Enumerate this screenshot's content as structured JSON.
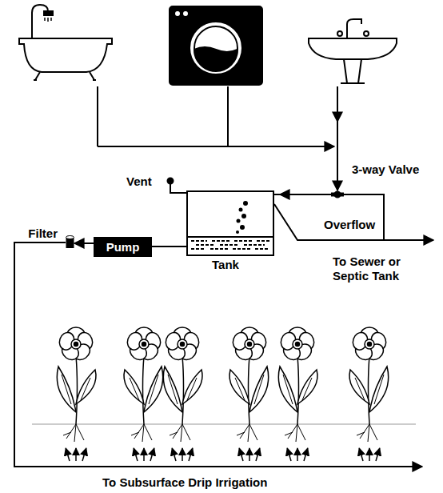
{
  "diagram": {
    "nodes": [
      {
        "text": [
          "Filter"
        ]
      },
      {
        "text": [
          "Pump"
        ]
      },
      {
        "text": [
          "Tank"
        ]
      }
    ],
    "edges": [
      {
        "from": 2,
        "to": 1,
        "arrow": "none"
      },
      {
        "from": 1,
        "to": 0,
        "arrow": "to"
      }
    ],
    "labels": [
      "Vent",
      "3-way Valve",
      "Overflow",
      "To Sewer or Septic Tank",
      "To Subsurface Drip Irrigation"
    ]
  }
}
